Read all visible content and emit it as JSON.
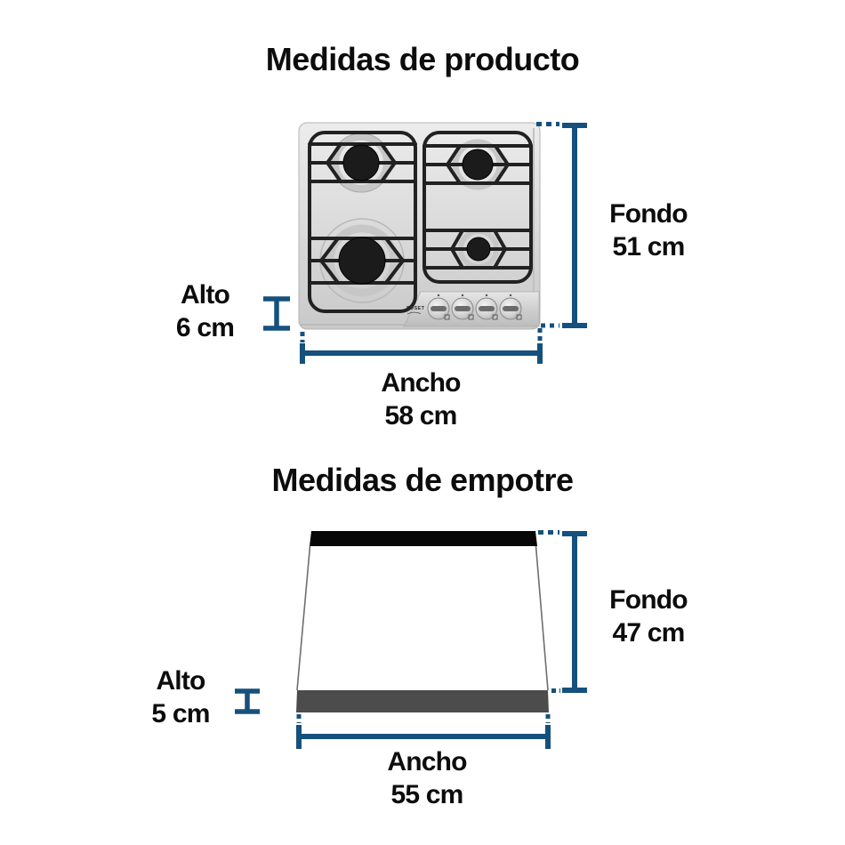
{
  "colors": {
    "dimension_blue": "#15517C",
    "text_black": "#0c0c0c",
    "cutout_back_bar": "#070707",
    "cutout_front_bar": "#4c4c4c"
  },
  "sections": [
    {
      "title": "Medidas de producto",
      "product": {
        "brand": "FOSET",
        "burners": 4,
        "knobs": 4
      },
      "dimensions": {
        "fondo": {
          "label": "Fondo",
          "value": "51 cm"
        },
        "alto": {
          "label": "Alto",
          "value": "6 cm"
        },
        "ancho": {
          "label": "Ancho",
          "value": "58 cm"
        }
      }
    },
    {
      "title": "Medidas de empotre",
      "dimensions": {
        "fondo": {
          "label": "Fondo",
          "value": "47 cm"
        },
        "alto": {
          "label": "Alto",
          "value": "5 cm"
        },
        "ancho": {
          "label": "Ancho",
          "value": "55 cm"
        }
      }
    }
  ]
}
